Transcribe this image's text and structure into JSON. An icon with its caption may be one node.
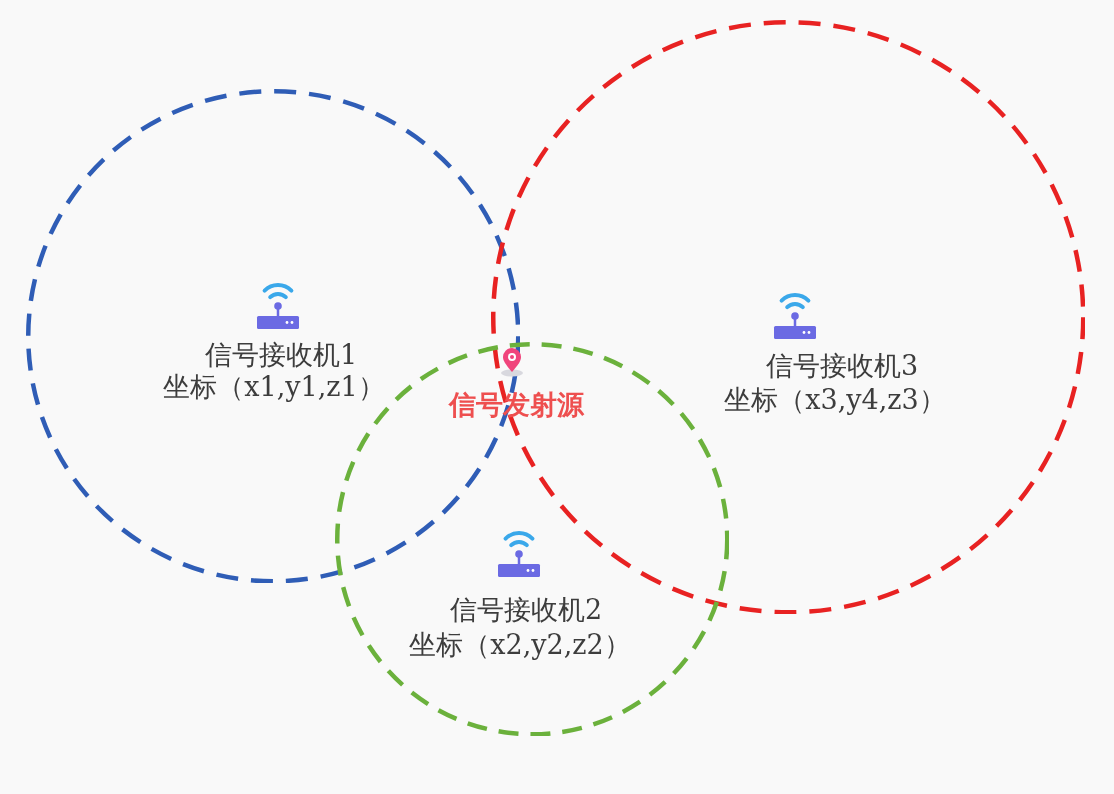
{
  "diagram": {
    "nodes": [
      {
        "text": [
          "信号接收机1",
          "坐标（x1,y1,z1）"
        ]
      },
      {
        "text": [
          "信号接收机3",
          "坐标（x3,y4,z3）"
        ]
      },
      {
        "text": [
          "信号接收机2",
          "坐标（x2,y2,z2）"
        ]
      }
    ],
    "edges": [],
    "labels": [
      "信号发射源"
    ]
  }
}
